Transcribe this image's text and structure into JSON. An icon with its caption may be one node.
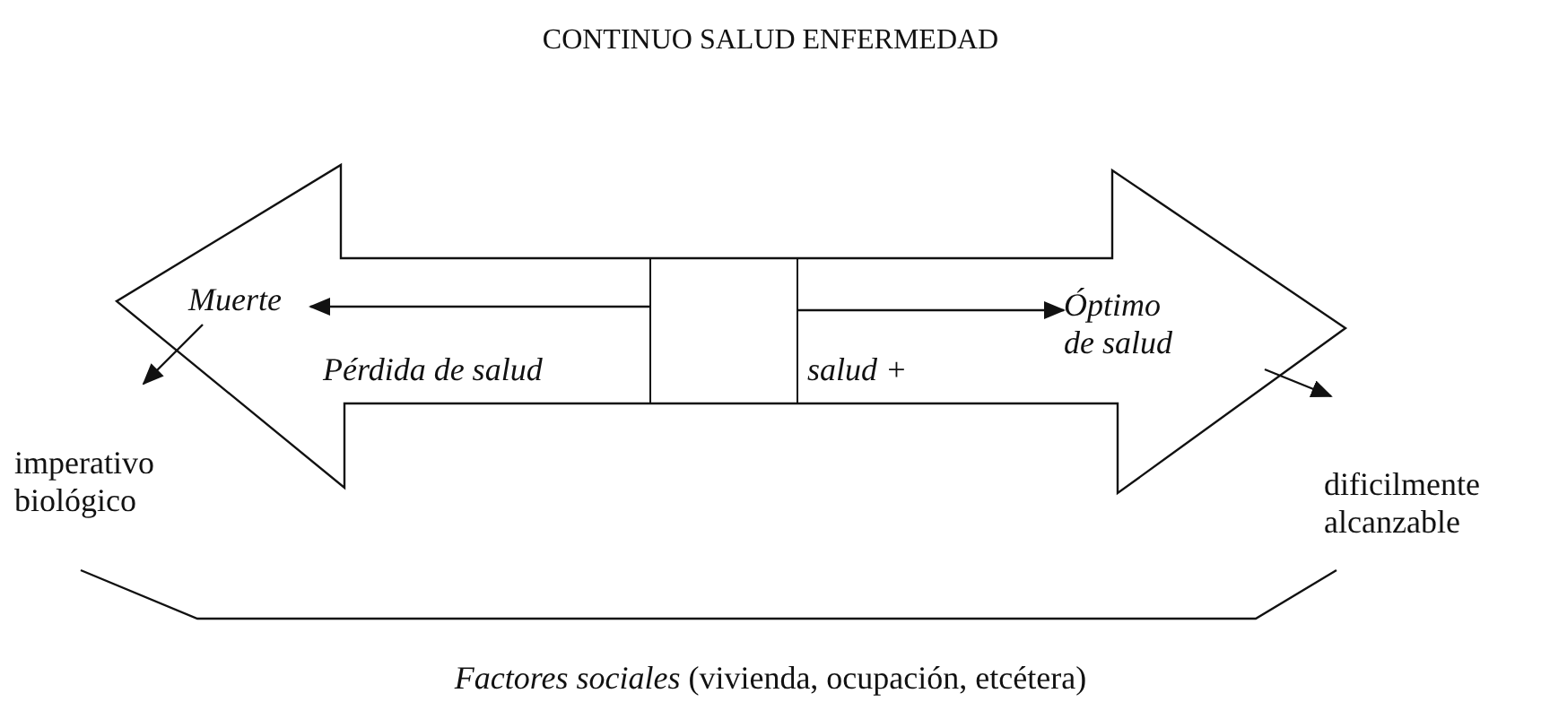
{
  "diagram": {
    "title": "CONTINUO SALUD ENFERMEDAD",
    "nodes": [
      {
        "text": [
          "Muerte"
        ]
      },
      {
        "text": [
          "imperativo biológico"
        ]
      },
      {
        "text": [
          "Óptimo de salud"
        ]
      },
      {
        "text": [
          "dificilmente alcanzable"
        ]
      },
      {
        "text": [],
        "shape": "box"
      }
    ],
    "edges": [
      {
        "from": 4,
        "to": 0,
        "arrow": "to"
      },
      {
        "from": 4,
        "to": 2,
        "arrow": "to"
      },
      {
        "from": 0,
        "to": 1,
        "arrow": "to"
      },
      {
        "from": 2,
        "to": 3,
        "arrow": "to"
      }
    ],
    "labels": [
      "Pérdida de salud",
      "salud +",
      "*Factores sociales* (vivienda, ocupación, etcétera)"
    ]
  }
}
